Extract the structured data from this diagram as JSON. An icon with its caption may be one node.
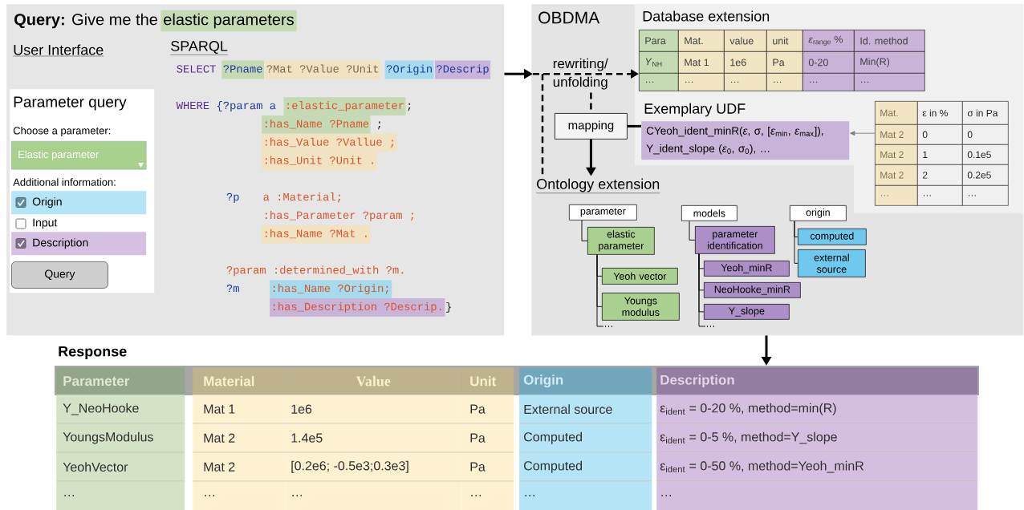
{
  "diagram": {
    "nodes": [
      {
        "text": [
          "**Query:** Give me the",
          "elastic parameters"
        ]
      },
      {
        "text": [
          "Parameter query",
          "Choose a parameter:",
          "Additional information:"
        ],
        "in": 0
      },
      {
        "text": [
          "Elastic parameter"
        ],
        "in": 1
      },
      {
        "text": [
          "Origin"
        ],
        "in": 1
      },
      {
        "text": [
          "Description"
        ],
        "in": 1
      },
      {
        "text": [
          "Query"
        ],
        "in": 1
      },
      {
        "text": [
          "OBDMA"
        ]
      },
      {
        "text": [
          "rewriting/ unfolding"
        ],
        "in": 6
      },
      {
        "text": [
          "Database extension",
          "Para",
          "Mat.",
          "value",
          "unit",
          "*ε*$_{range}$ %",
          "Id. method",
          "*Y*$_{NH}$",
          "Mat 1",
          "1e6",
          "Pa",
          "0-20",
          "Min(R)",
          "…",
          "…",
          "…",
          "…",
          "…",
          "…"
        ],
        "in": 6
      },
      {
        "text": [
          "mapping"
        ],
        "in": 6
      },
      {
        "text": [
          "Exemplary UDF",
          "CYeoh_ident_minR(*ε*, σ, [*ε*$_{min}$, *ε*$_{max}$]),",
          "Y_ident_slope (*ε*$_{0}$, σ$_{0}$), …"
        ],
        "in": 6
      },
      {
        "text": [
          "Mat.",
          "ε in %",
          "σ in Pa",
          "Mat 2",
          "0",
          "0",
          "Mat 2",
          "1",
          "0.1e5",
          "Mat 2",
          "2",
          "0.2e5",
          "…",
          "…",
          "…"
        ],
        "in": 6
      },
      {
        "text": [
          "Ontology extension"
        ],
        "in": 6
      },
      {
        "text": [
          "parameter"
        ],
        "in": 6
      },
      {
        "text": [
          "elastic parameter"
        ],
        "in": 6
      },
      {
        "text": [
          "Yeoh vector"
        ],
        "in": 6
      },
      {
        "text": [
          "Youngs modulus"
        ],
        "in": 6
      },
      {
        "text": [
          "…"
        ],
        "in": 6
      },
      {
        "text": [
          "models"
        ],
        "in": 6
      },
      {
        "text": [
          "parameter identification"
        ],
        "in": 6
      },
      {
        "text": [
          "Yeoh_minR"
        ],
        "in": 6
      },
      {
        "text": [
          "NeoHooke_minR"
        ],
        "in": 6
      },
      {
        "text": [
          "Y_slope"
        ],
        "in": 6
      },
      {
        "text": [
          "…"
        ],
        "in": 6
      },
      {
        "text": [
          "origin"
        ],
        "in": 6
      },
      {
        "text": [
          "computed"
        ],
        "in": 6
      },
      {
        "text": [
          "external source"
        ],
        "in": 6
      },
      {
        "text": [
          "Response",
          "Parameter",
          "Material",
          "Value",
          "Unit",
          "Origin",
          "Description",
          "Y_NeoHooke",
          "Mat 1",
          "1e6",
          "Pa",
          "External source",
          "ε$_{ident}$ = 0-20 %, method=min(R)",
          "YoungsModulus",
          "Mat 2",
          "1.4e5",
          "Pa",
          "Computed",
          "ε$_{ident}$ = 0-5 %, method=Y_slope",
          "YeohVector",
          "Mat 2",
          "[0.2e6; -0.5e3;0.3e3]",
          "Pa",
          "Computed",
          "ε$_{ident}$ = 0-50 %, method=Yeoh_minR",
          "…",
          "…",
          "…",
          "…",
          "…",
          "…"
        ]
      }
    ],
    "edges": [
      {
        "from": 0,
        "to": 7,
        "arrow": "to",
        "style": "thick"
      },
      {
        "from": 7,
        "to": 8,
        "arrow": "to",
        "style": "dashed"
      },
      {
        "from": 7,
        "to": 9,
        "arrow": "none",
        "style": "dashed"
      },
      {
        "from": 7,
        "to": 12,
        "arrow": "none",
        "style": "dashed"
      },
      {
        "from": 9,
        "to": 10,
        "arrow": "none",
        "style": "thick"
      },
      {
        "from": 9,
        "to": 12,
        "arrow": "to",
        "style": "thick"
      },
      {
        "from": 11,
        "to": 10,
        "arrow": "to",
        "color": "#7f7f7f"
      },
      {
        "from": 6,
        "to": 27,
        "arrow": "to",
        "style": "thick"
      },
      {
        "from": 13,
        "to": 14,
        "arrow": "none"
      },
      {
        "from": 14,
        "to": 15,
        "arrow": "none"
      },
      {
        "from": 14,
        "to": 16,
        "arrow": "none"
      },
      {
        "from": 14,
        "to": 17,
        "arrow": "none"
      },
      {
        "from": 18,
        "to": 19,
        "arrow": "none"
      },
      {
        "from": 19,
        "to": 20,
        "arrow": "none"
      },
      {
        "from": 19,
        "to": 21,
        "arrow": "none"
      },
      {
        "from": 19,
        "to": 22,
        "arrow": "none"
      },
      {
        "from": 19,
        "to": 23,
        "arrow": "none"
      },
      {
        "from": 24,
        "to": 25,
        "arrow": "none"
      },
      {
        "from": 24,
        "to": 26,
        "arrow": "none"
      }
    ],
    "labels": [
      "User Interface",
      "SPARQL",
      "SELECT",
      "?Pname",
      "?Mat ?Value ?Unit",
      "?Origin",
      "?Descrip",
      "WHERE",
      "{?param a",
      ":elastic_parameter",
      ";",
      ":has_Name ?Pname",
      ";",
      ":has_Value ?Vallue ;",
      ":has_Unit ?Unit .",
      "?p",
      "a :Material;",
      ":has_Parameter ?param ;",
      ":has_Name ?Mat .",
      "?param :determined_with ?m.",
      "?m",
      ":has_Name ?Origin;",
      ":has_Description ?Descrip.",
      "}",
      "Input"
    ]
  }
}
